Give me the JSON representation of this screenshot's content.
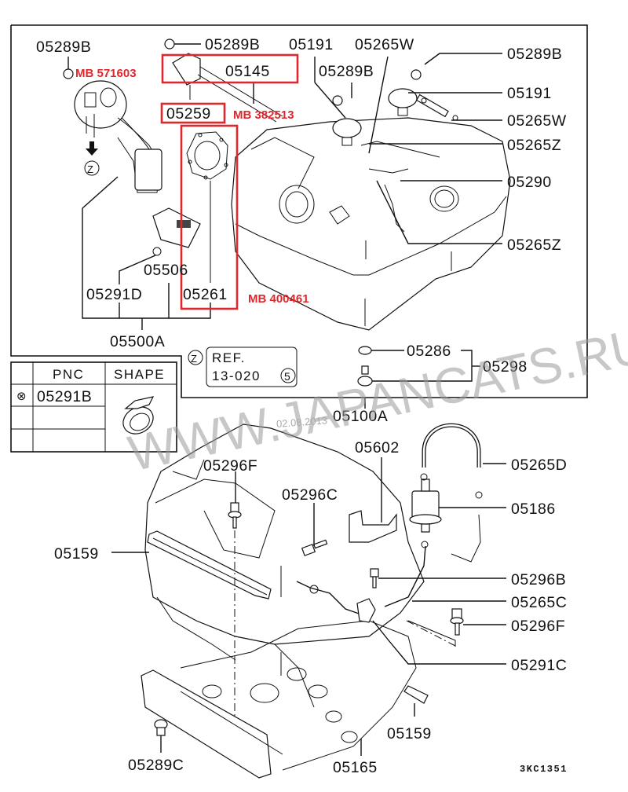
{
  "diagram": {
    "title_code": "3KC1351",
    "watermark": "WWW.JAPANCATS.RU",
    "date_stamp": "02.08.2013",
    "upper_group": {
      "labels": {
        "p05289B_a": "05289B",
        "p05289B_b": "05289B",
        "p05191_a": "05191",
        "p05265W_a": "05265W",
        "p05289B_c": "05289B",
        "p05289B_d": "05289B",
        "p05145": "05145",
        "p05259": "05259",
        "p05191_b": "05191",
        "p05265W_b": "05265W",
        "p05265Z_a": "05265Z",
        "p05290": "05290",
        "p05265Z_b": "05265Z",
        "p05506": "05506",
        "p05291D": "05291D",
        "p05261": "05261",
        "p05500A": "05500A",
        "p05286": "05286",
        "p05298": "05298",
        "p05100A": "05100A"
      },
      "highlights": {
        "mb571603": "MB 571603",
        "mb382513": "MB 382513",
        "mb400461": "MB 400461"
      },
      "view_marker": "Z",
      "reference_box": {
        "marker": "Z",
        "line1": "REF.",
        "line2": "13-020",
        "circled": "5"
      }
    },
    "shape_table": {
      "headers": [
        "",
        "PNC",
        "SHAPE"
      ],
      "rows": [
        {
          "mark": "⊗",
          "pnc": "05291B"
        },
        {
          "mark": "",
          "pnc": ""
        },
        {
          "mark": "",
          "pnc": ""
        }
      ]
    },
    "lower_group": {
      "labels": {
        "p05602": "05602",
        "p05265D": "05265D",
        "p05296F_a": "05296F",
        "p05296C": "05296C",
        "p05186": "05186",
        "p05159_a": "05159",
        "p05296B": "05296B",
        "p05265C": "05265C",
        "p05296F_b": "05296F",
        "p05291C": "05291C",
        "p05159_b": "05159",
        "p05289C": "05289C",
        "p05165": "05165"
      }
    }
  }
}
